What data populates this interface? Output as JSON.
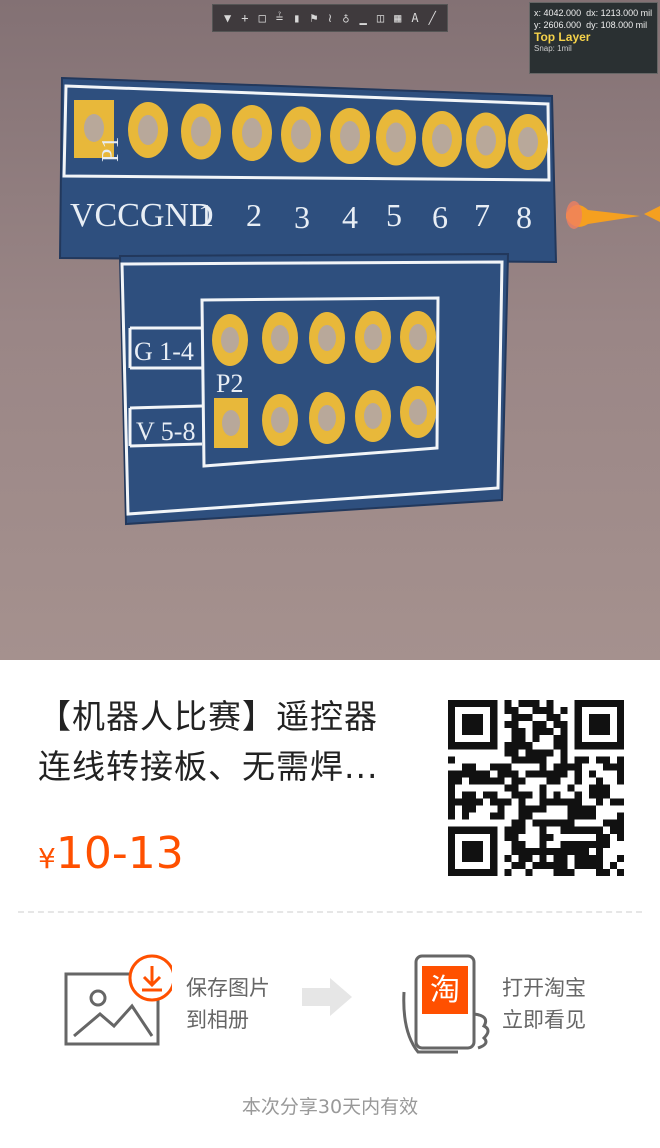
{
  "pcb": {
    "header_labels": [
      "VCCGND",
      "1",
      "2",
      "3",
      "4",
      "5",
      "6",
      "7",
      "8"
    ],
    "designator_p1": "P1",
    "designator_p2": "P2",
    "label_g": "G 1-4",
    "label_v": "V 5-8"
  },
  "toolbar": {
    "icons": [
      "filter-icon",
      "plus-icon",
      "rect-icon",
      "bar-icon",
      "component-icon",
      "flag-icon",
      "connect-icon",
      "pin-icon",
      "chart-icon",
      "select-icon",
      "region-icon",
      "text-icon",
      "line-icon"
    ]
  },
  "coords": {
    "x_label": "x:",
    "x_value": "4042.000",
    "dx_label": "dx:",
    "dx_value": "1213.000 mil",
    "y_label": "y:",
    "y_value": "2606.000",
    "dy_label": "dy:",
    "dy_value": "108.000 mil",
    "layer": "Top Layer",
    "snap": "Snap: 1mil"
  },
  "product": {
    "title_line1": "【机器人比赛】遥控器",
    "title_line2": "连线转接板、无需焊...",
    "price_symbol": "¥",
    "price": "10-13"
  },
  "actions": {
    "save_line1": "保存图片",
    "save_line2": "到相册",
    "open_line1": "打开淘宝",
    "open_line2": "立即看见",
    "taobao_glyph": "淘"
  },
  "footer": "本次分享30天内有效",
  "colors": {
    "accent": "#ff5000",
    "pcb_blue": "#2e4f7e",
    "pad_gold": "#e8b83a"
  }
}
